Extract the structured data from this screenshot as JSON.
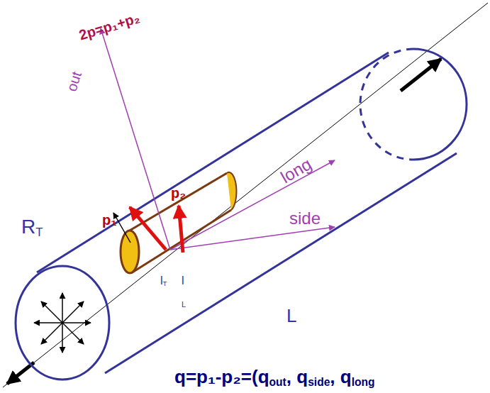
{
  "diagram": {
    "labels": [
      "2p=p₁+p₂",
      "out",
      "p₁",
      "p₂",
      "long",
      "side",
      "R",
      "T",
      "l",
      "T",
      "l",
      "L",
      "L",
      "q=p₁-p₂=(q",
      "out",
      ", q",
      "side",
      ", q",
      "long"
    ]
  }
}
